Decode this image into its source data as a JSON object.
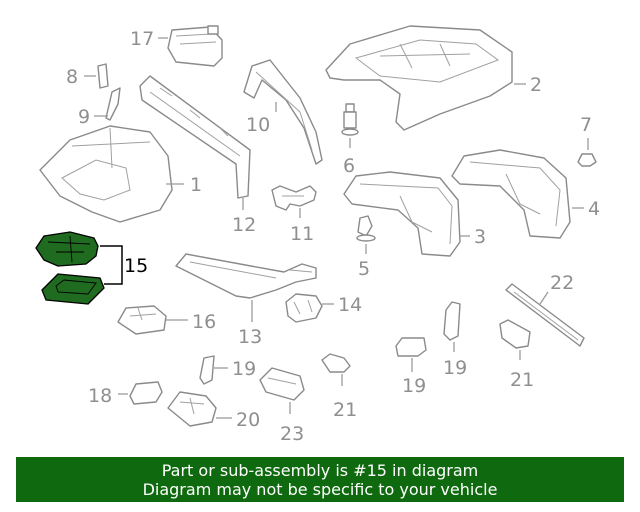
{
  "banner": {
    "line1": "Part or sub-assembly is #15 in diagram",
    "line2": "Diagram may not be specific to your vehicle"
  },
  "highlight_color": "#0f6a0f",
  "highlighted_part": "15",
  "callouts": {
    "c1": "1",
    "c2": "2",
    "c3": "3",
    "c4": "4",
    "c5": "5",
    "c6": "6",
    "c7": "7",
    "c8": "8",
    "c9": "9",
    "c10": "10",
    "c11": "11",
    "c12": "12",
    "c13": "13",
    "c14": "14",
    "c15": "15",
    "c16": "16",
    "c17": "17",
    "c18": "18",
    "c19a": "19",
    "c19b": "19",
    "c20": "20",
    "c21a": "21",
    "c21b": "21",
    "c22": "22",
    "c23": "23"
  }
}
